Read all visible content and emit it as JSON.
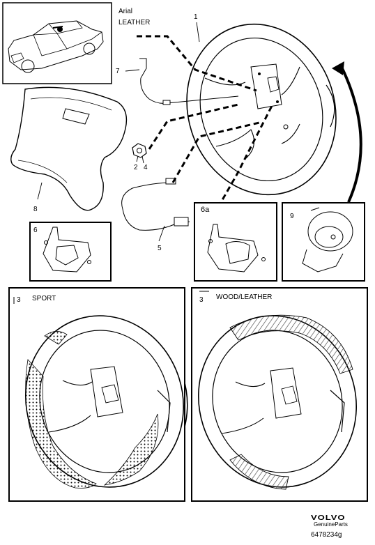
{
  "labels": {
    "arial": "Arial",
    "leather": "LEATHER",
    "sport": "SPORT",
    "wood_leather": "WOOD/LEATHER"
  },
  "callouts": {
    "c1": "1",
    "c2": "2",
    "c4": "4",
    "c5": "5",
    "c6": "6",
    "c6a": "6a",
    "c7": "7",
    "c8": "8",
    "c9": "9",
    "c3_sport": "3",
    "c3_wood": "3"
  },
  "footer": {
    "brand": "VOLVO",
    "sub": "GenuineParts",
    "code": "6478234g"
  }
}
